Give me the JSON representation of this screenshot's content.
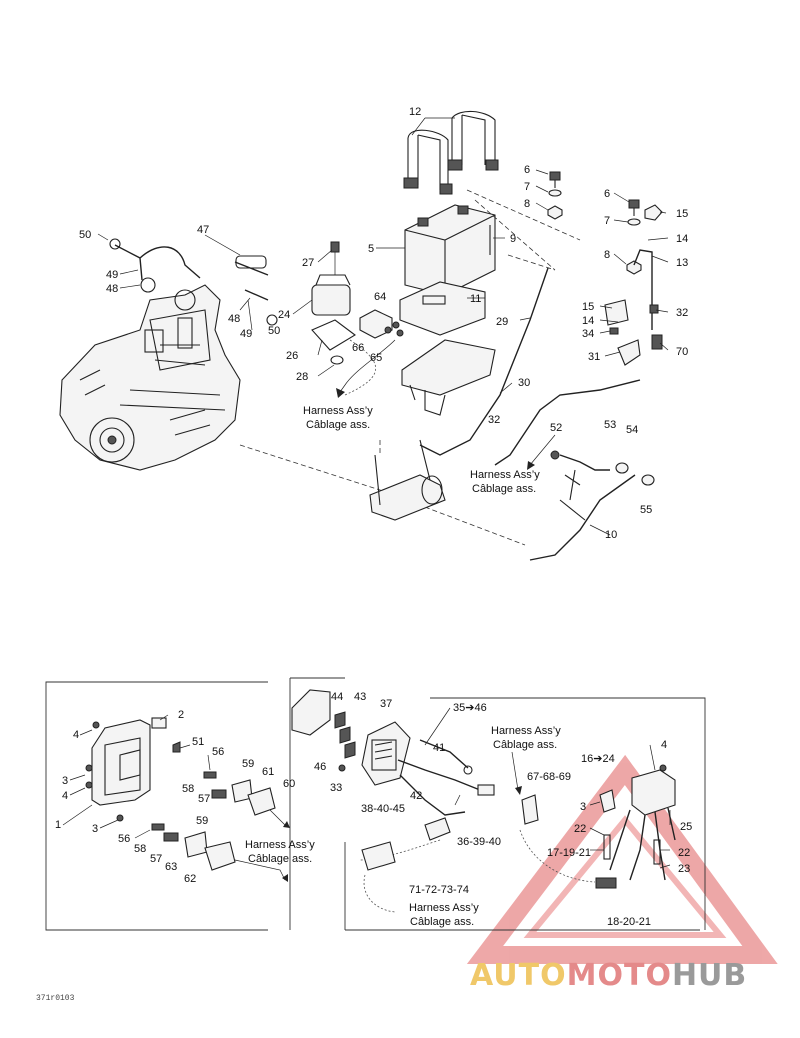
{
  "callouts": {
    "c12": "12",
    "c6a": "6",
    "c7a": "7",
    "c8a": "8",
    "c6b": "6",
    "c15a": "15",
    "c7b": "7",
    "c14a": "14",
    "c5": "5",
    "c9": "9",
    "c8b": "8",
    "c13": "13",
    "c11": "11",
    "c15b": "15",
    "c14b": "14",
    "c32a": "32",
    "c34": "34",
    "c70": "70",
    "c31": "31",
    "c50a": "50",
    "c47": "47",
    "c49a": "49",
    "c48a": "48",
    "c27": "27",
    "c64": "64",
    "c24": "24",
    "c48b": "48",
    "c49b": "49",
    "c50b": "50",
    "c66": "66",
    "c65": "65",
    "c26": "26",
    "c28": "28",
    "c29": "29",
    "c30": "30",
    "c32b": "32",
    "c52": "52",
    "c53": "53",
    "c54": "54",
    "c55": "55",
    "c10": "10",
    "c2": "2",
    "c4a": "4",
    "c51": "51",
    "c56a": "56",
    "c59a": "59",
    "c61": "61",
    "c60": "60",
    "c3a": "3",
    "c4b": "4",
    "c58a": "58",
    "c57a": "57",
    "c1": "1",
    "c3b": "3",
    "c56b": "56",
    "c59b": "59",
    "c58b": "58",
    "c57b": "57",
    "c63": "63",
    "c62": "62",
    "c44": "44",
    "c43": "43",
    "c37": "37",
    "c3546": "35➔46",
    "c46": "46",
    "c41": "41",
    "c33": "33",
    "c42": "42",
    "c384045": "38-40-45",
    "c363940": "36-39-40",
    "c676869": "67-68-69",
    "c71727374": "71-72-73-74",
    "c1624": "16➔24",
    "c4c": "4",
    "c3c": "3",
    "c22a": "22",
    "c25": "25",
    "c171921": "17-19-21",
    "c22b": "22",
    "c23": "23",
    "c182021": "18-20-21"
  },
  "harness_labels": {
    "line1": "Harness Ass’y",
    "line2": "Câblage ass."
  },
  "drawing_code": "371r0103",
  "watermark": {
    "part1": "AUTO",
    "part2": "MOTO",
    "part3": "HUB",
    "color_auto": "#f0c869",
    "color_moto": "#e48a8a",
    "color_hub": "#9a9a9a"
  }
}
